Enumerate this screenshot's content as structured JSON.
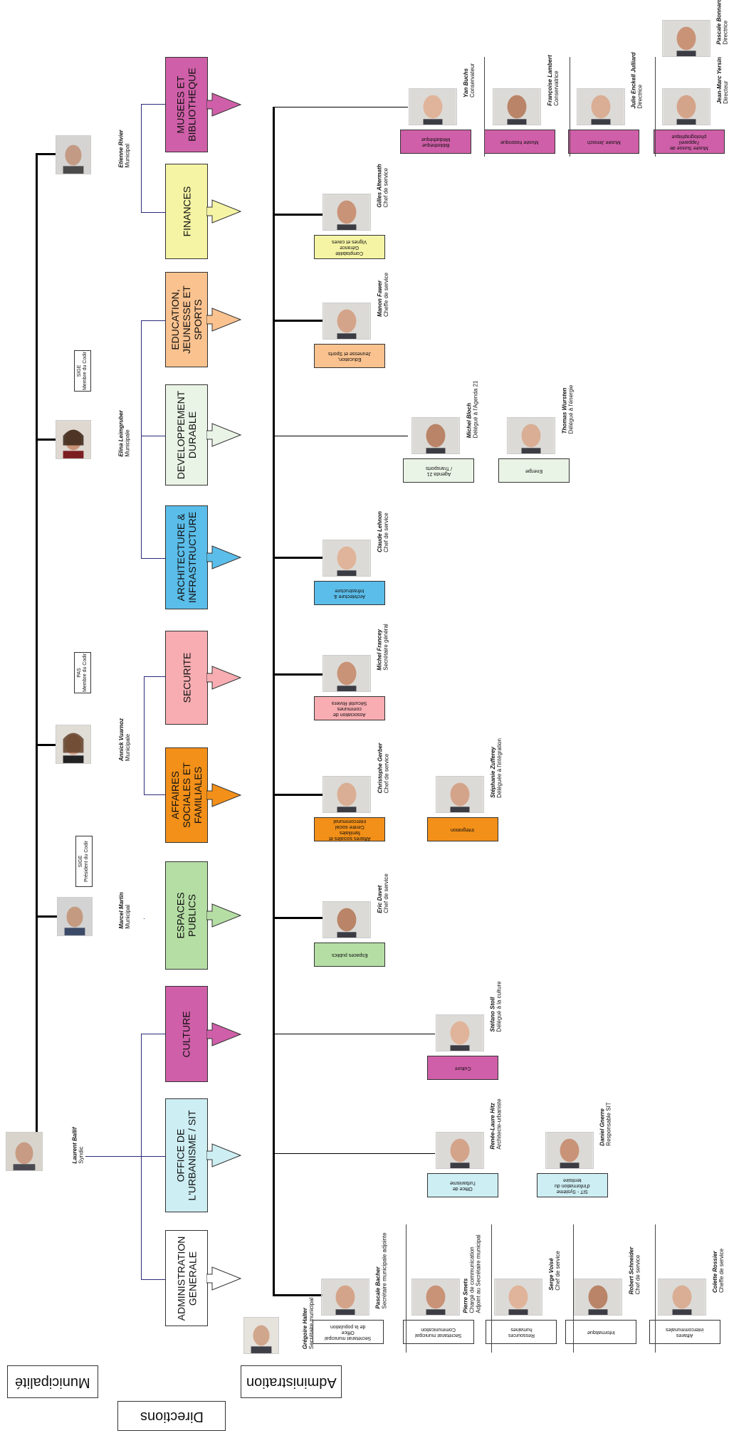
{
  "headers": {
    "municipalite": "Municipalité",
    "directions": "Directions",
    "administration": "Administration"
  },
  "colors": {
    "admin": "#ffffff",
    "urbanisme": "#cdeef3",
    "culture": "#cf5fa8",
    "espaces": "#b5dea4",
    "affaires": "#f39019",
    "securite": "#f7adb2",
    "architecture": "#5bbde9",
    "developpement": "#eaf4e6",
    "education": "#f9c28f",
    "finances": "#f5f4a4",
    "musees": "#cf5fa8"
  },
  "syndic": {
    "name": "Laurent Ballif",
    "title": "Syndic"
  },
  "municipaux": [
    {
      "name": "Marcel Martin",
      "title": "Municipal",
      "role": "SIGE\nPrésident du Codir"
    },
    {
      "name": "Annick Vuarnoz",
      "title": "Municipale",
      "role": "PAS\nMembre du Codir"
    },
    {
      "name": "Elina Leimgruber",
      "title": "Municipale",
      "role": "SIGE\nMembre du Codir"
    },
    {
      "name": "Etienne Rivier",
      "title": "Municipal",
      "role": ""
    }
  ],
  "directions": [
    {
      "label": "ADMINISTRATION\nGENERALE"
    },
    {
      "label": "OFFICE DE\nL'URBANISME / SIT"
    },
    {
      "label": "CULTURE"
    },
    {
      "label": "ESPACES\nPUBLICS"
    },
    {
      "label": "AFFAIRES\nSOCIALES ET\nFAMILIALES"
    },
    {
      "label": "SECURITE"
    },
    {
      "label": "ARCHITECTURE &\nINFRASTRUCTURE"
    },
    {
      "label": "DEVELOPPEMENT\nDURABLE"
    },
    {
      "label": "EDUCATION,\nJEUNESSE ET\nSPORTS"
    },
    {
      "label": "FINANCES"
    },
    {
      "label": "MUSEES ET\nBIBLIOTHEQUE"
    }
  ],
  "secretaire": {
    "name": "Grégoire Halter",
    "title": "Secrétaire municipal"
  },
  "admin_staff": [
    {
      "name": "Pascale Bacher",
      "title": "Secrétaire municipale adjointe",
      "services": [
        "Secrétariat municipal",
        "Office\nde la population"
      ]
    },
    {
      "name": "Pierre Smets",
      "title": "Chargé de communication\nAdjoint au Secrétaire municipal",
      "services": [
        "Secrétariat municipal",
        "Communication"
      ]
    },
    {
      "name": "Serge Voisé",
      "title": "Chef de service",
      "services": [
        "Ressources\nhumaines"
      ]
    },
    {
      "name": "Robert Schneider",
      "title": "Chef de service",
      "services": [
        "Informatique"
      ]
    },
    {
      "name": "Colette Rossier",
      "title": "Cheffe de service",
      "services": [
        "Affaires\nintercommunales"
      ]
    }
  ],
  "urbanisme_staff": [
    {
      "name": "Renée-Laure Hitz",
      "title": "Architecte-urbaniste",
      "service": "Office de\nl'urbanisme"
    },
    {
      "name": "Daniel Gnerre",
      "title": "Responsable SIT",
      "service": "SIT - Système\nd'information du\nterritoire"
    }
  ],
  "culture_staff": {
    "name": "Stéfano Stoll",
    "title": "Délégué à la culture",
    "service": "Culture"
  },
  "espaces_staff": {
    "name": "Eric Davet",
    "title": "Chef de service",
    "service": "Espaces publics"
  },
  "affaires_staff": {
    "name": "Christophe Gerber",
    "title": "Chef de service",
    "service": "Affaires sociales et\nfamiliales\nCentre social\nintercommunal"
  },
  "integration_staff": {
    "name": "Stéphanie Zufferey",
    "title": "Déléguée à l'intégration",
    "service": "Intégration"
  },
  "securite_staff": {
    "name": "Michel Francey",
    "title": "Secrétaire général",
    "service": "Association de\ncommunes\nSécurité Riviera"
  },
  "architecture_staff": {
    "name": "Claude Lehnon",
    "title": "Chef de service",
    "service": "Architecture &\nInfrastructure"
  },
  "developpement_staff": [
    {
      "name": "Michel Bloch",
      "title": "Délégué à l'Agenda 21",
      "service": "Agenda 21\n/ Transports"
    },
    {
      "name": "Thomas Wursten",
      "title": "Délégué à l'énergie",
      "service": "Energie"
    }
  ],
  "education_staff": {
    "name": "Manon Fawer",
    "title": "Cheffe de service",
    "service": "Education,\nJeunesse et Sports"
  },
  "finances_staff": {
    "name": "Gilles Altermath",
    "title": "Chef de service",
    "service": "Comptabilité\nGérance\nVignes et caves"
  },
  "musees_staff": [
    {
      "name": "Yan Buchs",
      "title": "Conservateur",
      "service": "Bibliothèque\nMédiathèque"
    },
    {
      "name": "Françoise Lambert",
      "title": "Conservatrice",
      "service": "Musée historique"
    },
    {
      "name": "Julie Enckell Julliard",
      "title": "Directrice",
      "service": "Musée Jenisch"
    },
    {
      "name": "Jean-Marc Yersin",
      "title": "Directeur",
      "service": "Musée Suisse de\nl'appareil\nphotographique"
    },
    {
      "name": "Pascale Bonnard Yersin",
      "title": "Directrice",
      "service": ""
    }
  ]
}
